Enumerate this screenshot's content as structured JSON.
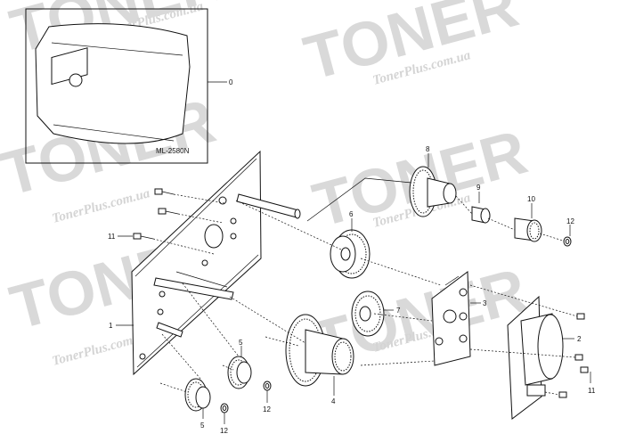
{
  "watermark": {
    "brand": "TONER",
    "site": "TonerPlus.com.ua"
  },
  "inset": {
    "model_label": "ML-2580N",
    "callout": "0"
  },
  "callouts": {
    "c1": "1",
    "c2": "2",
    "c3": "3",
    "c4": "4",
    "c5a": "5",
    "c5b": "5",
    "c6": "6",
    "c7": "7",
    "c8": "8",
    "c9": "9",
    "c10": "10",
    "c11a": "11",
    "c11b": "11",
    "c12a": "12",
    "c12b": "12",
    "c12c": "12"
  }
}
